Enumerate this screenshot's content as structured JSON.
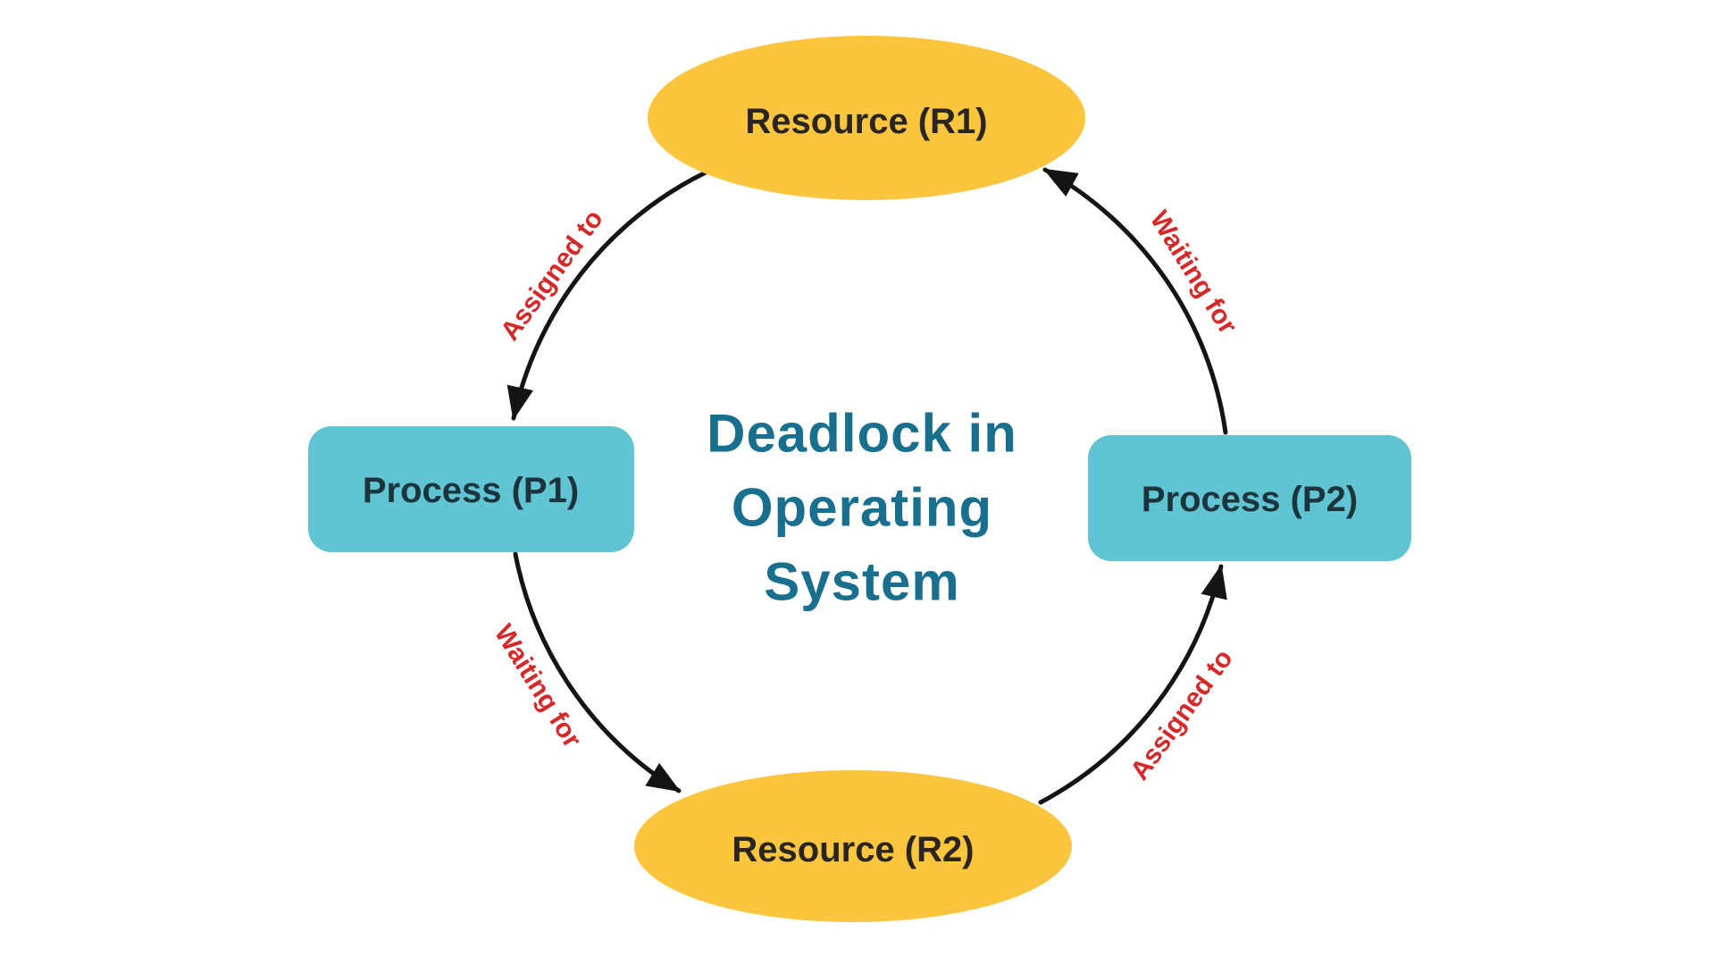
{
  "diagram": {
    "title": {
      "line1": "Deadlock in",
      "line2": "Operating",
      "line3": "System"
    },
    "nodes": [
      {
        "id": "r1",
        "type": "resource",
        "label": "Resource (R1)"
      },
      {
        "id": "p1",
        "type": "process",
        "label": "Process (P1)"
      },
      {
        "id": "r2",
        "type": "resource",
        "label": "Resource (R2)"
      },
      {
        "id": "p2",
        "type": "process",
        "label": "Process (P2)"
      }
    ],
    "edges": [
      {
        "from": "r1",
        "to": "p1",
        "label": "Assigned to"
      },
      {
        "from": "p1",
        "to": "r2",
        "label": "Waiting for"
      },
      {
        "from": "r2",
        "to": "p2",
        "label": "Assigned to"
      },
      {
        "from": "p2",
        "to": "r1",
        "label": "Waiting for"
      }
    ],
    "colors": {
      "resource_fill": "#FBC53D",
      "process_fill": "#60C4D3",
      "title": "#19708E",
      "edge": "#141414",
      "edge_label": "#D62829"
    }
  }
}
